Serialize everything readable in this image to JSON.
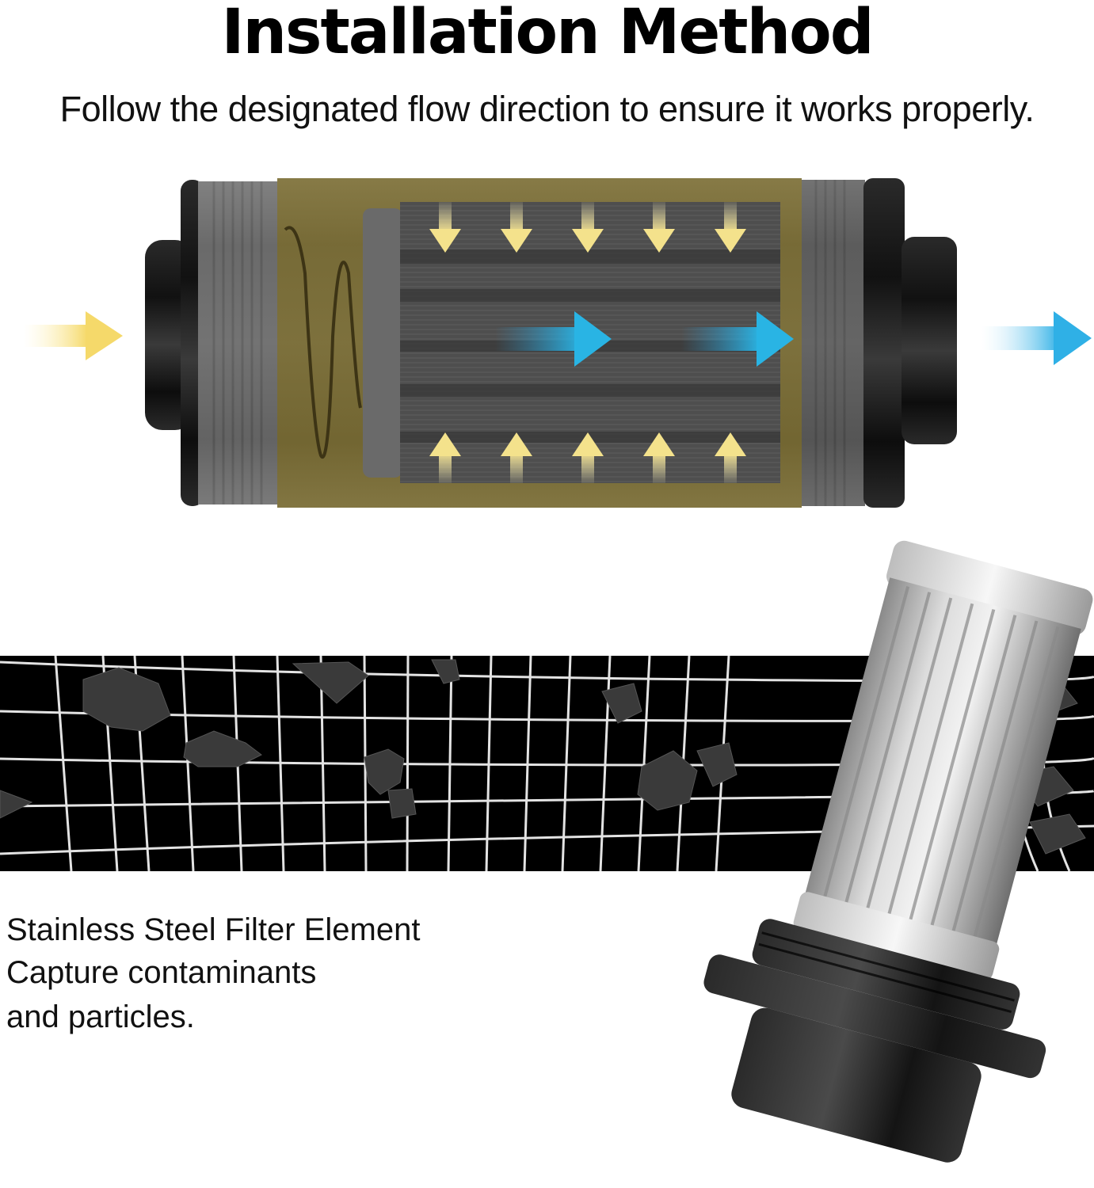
{
  "header": {
    "title": "Installation Method",
    "subtitle": "Follow the designated flow direction to ensure it works properly."
  },
  "diagram": {
    "description": "Cutaway of inline fuel filter housing showing flow direction",
    "inlet_arrow_color": "#f7e07a",
    "outlet_arrow_color": "#3bb6e6",
    "housing_tint_color": "#8c7a2e",
    "radial_arrow_count_top": 5,
    "radial_arrow_count_bottom": 5,
    "axial_arrow_count": 2
  },
  "feature": {
    "title": "Stainless Steel Filter Element",
    "body_line1": "Capture contaminants",
    "body_line2": "and particles."
  },
  "colors": {
    "background": "#ffffff",
    "text": "#111111",
    "mesh_background": "#000000",
    "mesh_wire": "#e6e6e6",
    "fitting_black": "#1a1a1a"
  }
}
